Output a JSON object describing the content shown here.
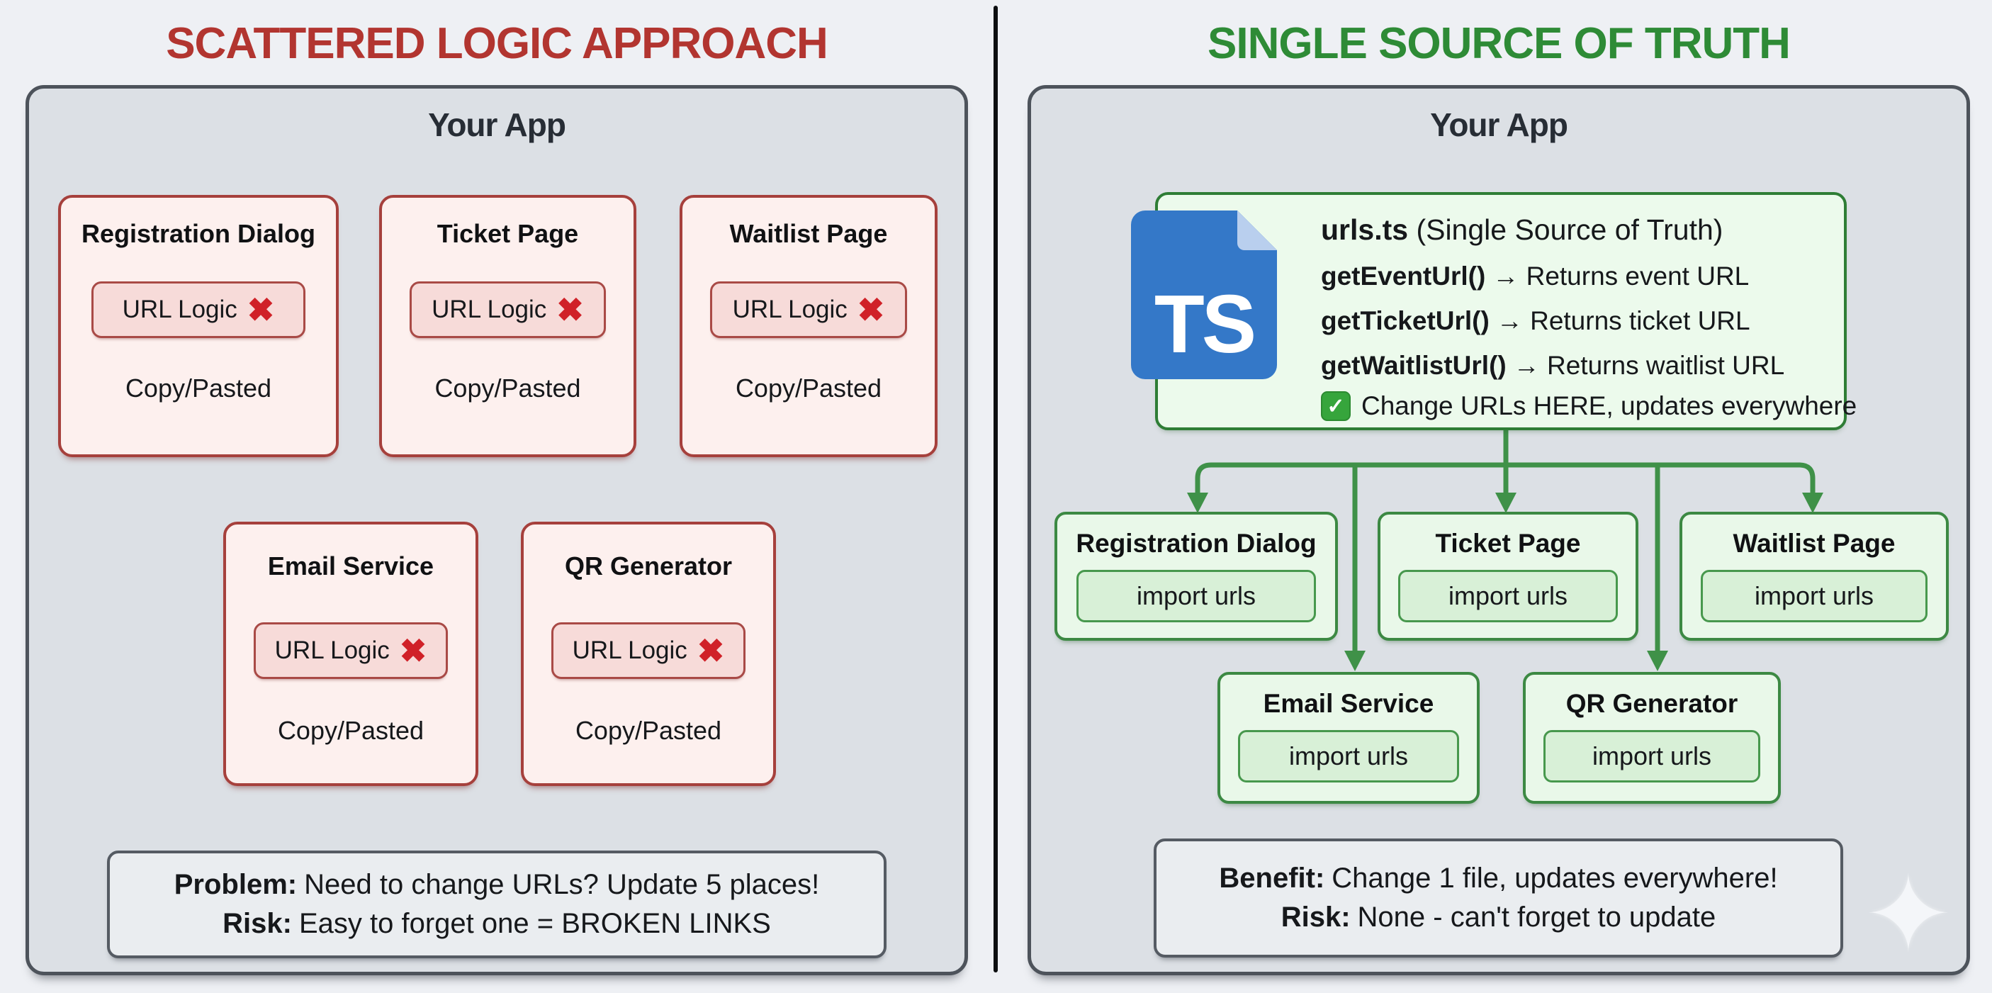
{
  "icons": {
    "error_x": "✖",
    "check": "✓",
    "sparkle": "✦"
  },
  "colors": {
    "title-red": "#b23530",
    "title-green": "#2e8b36",
    "error-red": "#d02128",
    "arrow-green": "#3f9148",
    "ts-blue": "#3478c8",
    "check-green": "#36a53c"
  },
  "left_panel": {
    "title": "SCATTERED LOGIC APPROACH",
    "container_title": "Your App",
    "modules": [
      {
        "title": "Registration Dialog",
        "logic_label": "URL Logic",
        "note": "Copy/Pasted"
      },
      {
        "title": "Ticket Page",
        "logic_label": "URL Logic",
        "note": "Copy/Pasted"
      },
      {
        "title": "Waitlist Page",
        "logic_label": "URL Logic",
        "note": "Copy/Pasted"
      },
      {
        "title": "Email Service",
        "logic_label": "URL Logic",
        "note": "Copy/Pasted"
      },
      {
        "title": "QR Generator",
        "logic_label": "URL Logic",
        "note": "Copy/Pasted"
      }
    ],
    "summary": {
      "problem_label": "Problem:",
      "problem_text": "Need to change URLs? Update 5 places!",
      "risk_label": "Risk:",
      "risk_text": "Easy to forget one = BROKEN LINKS"
    }
  },
  "right_panel": {
    "title": "SINGLE SOURCE OF TRUTH",
    "container_title": "Your App",
    "source_file": {
      "icon_text": "TS",
      "name": "urls.ts",
      "name_suffix": " (Single Source of Truth)",
      "functions": [
        {
          "name": "getEventUrl()",
          "desc": "→ Returns event URL"
        },
        {
          "name": "getTicketUrl()",
          "desc": "→ Returns ticket URL"
        },
        {
          "name": "getWaitlistUrl()",
          "desc": "→ Returns waitlist URL"
        }
      ],
      "highlight": {
        "text": "Change URLs HERE, updates everywhere"
      }
    },
    "consumers": [
      {
        "title": "Registration Dialog",
        "import_label": "import urls"
      },
      {
        "title": "Ticket Page",
        "import_label": "import urls"
      },
      {
        "title": "Waitlist Page",
        "import_label": "import urls"
      },
      {
        "title": "Email Service",
        "import_label": "import urls"
      },
      {
        "title": "QR Generator",
        "import_label": "import urls"
      }
    ],
    "summary": {
      "benefit_label": "Benefit:",
      "benefit_text": "Change 1 file, updates everywhere!",
      "risk_label": "Risk:",
      "risk_text": "None - can't forget to update"
    }
  }
}
